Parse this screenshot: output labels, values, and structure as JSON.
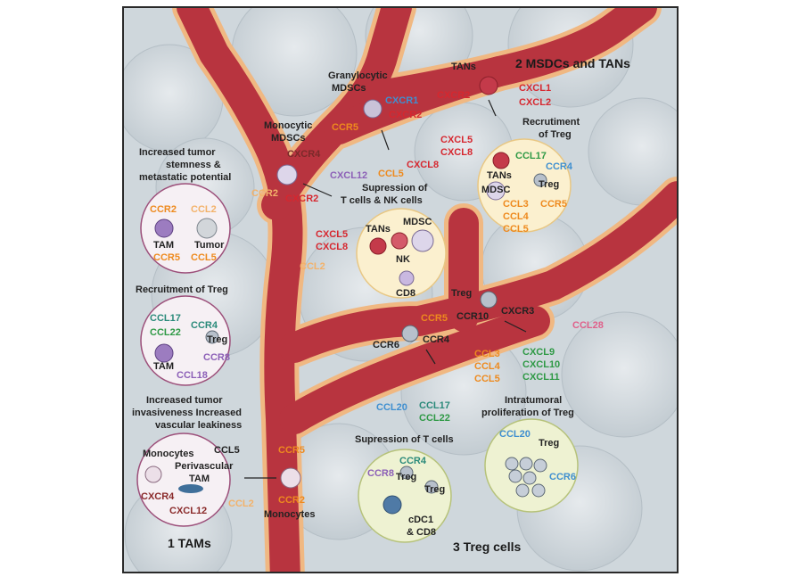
{
  "colors": {
    "vessel": "#b8343f",
    "vessel_edge": "#f0b882",
    "bg": "#cdd5da",
    "red": "#d6272f",
    "orange": "#ee8a1e",
    "green": "#2e9945",
    "blue": "#3f8fd0",
    "purple": "#8c5fb7",
    "pink": "#e0608a",
    "teal": "#2a8a7a",
    "gray": "#8a8a8a"
  },
  "sections": {
    "tams": "1 TAMs",
    "msdcs": "2 MSDCs and TANs",
    "treg": "3 Treg cells"
  },
  "top": {
    "granulocytic": [
      "Granylocytic",
      "MDSCs"
    ],
    "tans": "TANs",
    "monocytic": [
      "Monocytic",
      "MDSCs"
    ],
    "cxcr1": "CXCR1",
    "cxcr2_a": "CXCR2",
    "cxcr2_b": "CXCR2",
    "cxcr2_c": "CXCR2",
    "ccr5_a": "CCR5",
    "cxcr4_a": "CXCR4",
    "cxcl12_a": "CXCL12",
    "ccl5_a": "CCL5",
    "cxcl8_a": "CXCL8",
    "cxcl1": "CXCL1",
    "cxcl2": "CXCL2",
    "cxcl5_a": "CXCL5",
    "cxcl8_b": "CXCL8",
    "ccr2_a": "CCR2",
    "cxcl5_b": "CXCL5",
    "cxcl8_c": "CXCL8",
    "ccl2_a": "CCL2",
    "supp_tnk": [
      "Supression of",
      "T cells & NK cells"
    ]
  },
  "center_circle": {
    "tans": "TANs",
    "mdsc": "MDSC",
    "nk": "NK",
    "cd8": "CD8"
  },
  "recruit_treg_right": {
    "title": [
      "Recrutiment",
      "of Treg"
    ],
    "tans": "TANs",
    "mdsc": "MDSC",
    "ccl17": "CCL17",
    "ccr4": "CCR4",
    "treg": "Treg",
    "ccl3": "CCL3",
    "ccr5": "CCR5",
    "ccl4": "CCL4",
    "ccl5": "CCL5"
  },
  "left_top": {
    "title": [
      "Increased tumor",
      "stemness &",
      "metastatic potential"
    ],
    "ccr2": "CCR2",
    "ccl2": "CCL2",
    "tam": "TAM",
    "tumor": "Tumor",
    "ccr5": "CCR5",
    "ccl5": "CCL5"
  },
  "left_mid": {
    "title": "Recruitment of Treg",
    "ccl17": "CCL17",
    "ccr4": "CCR4",
    "ccl22": "CCL22",
    "treg": "Treg",
    "tam": "TAM",
    "ccr8": "CCR8",
    "ccl18": "CCL18"
  },
  "left_bottom": {
    "title": [
      "Increased tumor",
      "invasiveness Increased",
      "vascular leakiness"
    ],
    "monocytes": "Monocytes",
    "perivascular": "Perivascular",
    "tam": "TAM",
    "cxcr4": "CXCR4",
    "cxcl12": "CXCL12"
  },
  "bottom_vessel": {
    "ccl5": "CCL5",
    "ccr5": "CCR5",
    "ccr2": "CCR2",
    "ccl2": "CCL2",
    "monocytes": "Monocytes"
  },
  "treg_area": {
    "treg": "Treg",
    "ccr10": "CCR10",
    "cxcr3": "CXCR3",
    "ccl28": "CCL28",
    "ccr5": "CCR5",
    "ccr6": "CCR6",
    "ccr4": "CCR4",
    "ccl3": "CCL3",
    "ccl4": "CCL4",
    "ccl5": "CCL5",
    "cxcl9": "CXCL9",
    "cxcl10": "CXCL10",
    "cxcl11": "CXCL11",
    "ccl20": "CCL20",
    "ccl17": "CCL17",
    "ccl22": "CCL22",
    "intratumoral": [
      "Intratumoral",
      "proliferation of Treg"
    ],
    "supp_t": "Supression of T cells"
  },
  "supp_circle": {
    "ccr4": "CCR4",
    "ccr8": "CCR8",
    "treg1": "Treg",
    "treg2": "Treg",
    "cdc1": "cDC1",
    "cd8": "& CD8"
  },
  "prolif_circle": {
    "ccl20": "CCL20",
    "treg": "Treg",
    "ccr6": "CCR6"
  }
}
